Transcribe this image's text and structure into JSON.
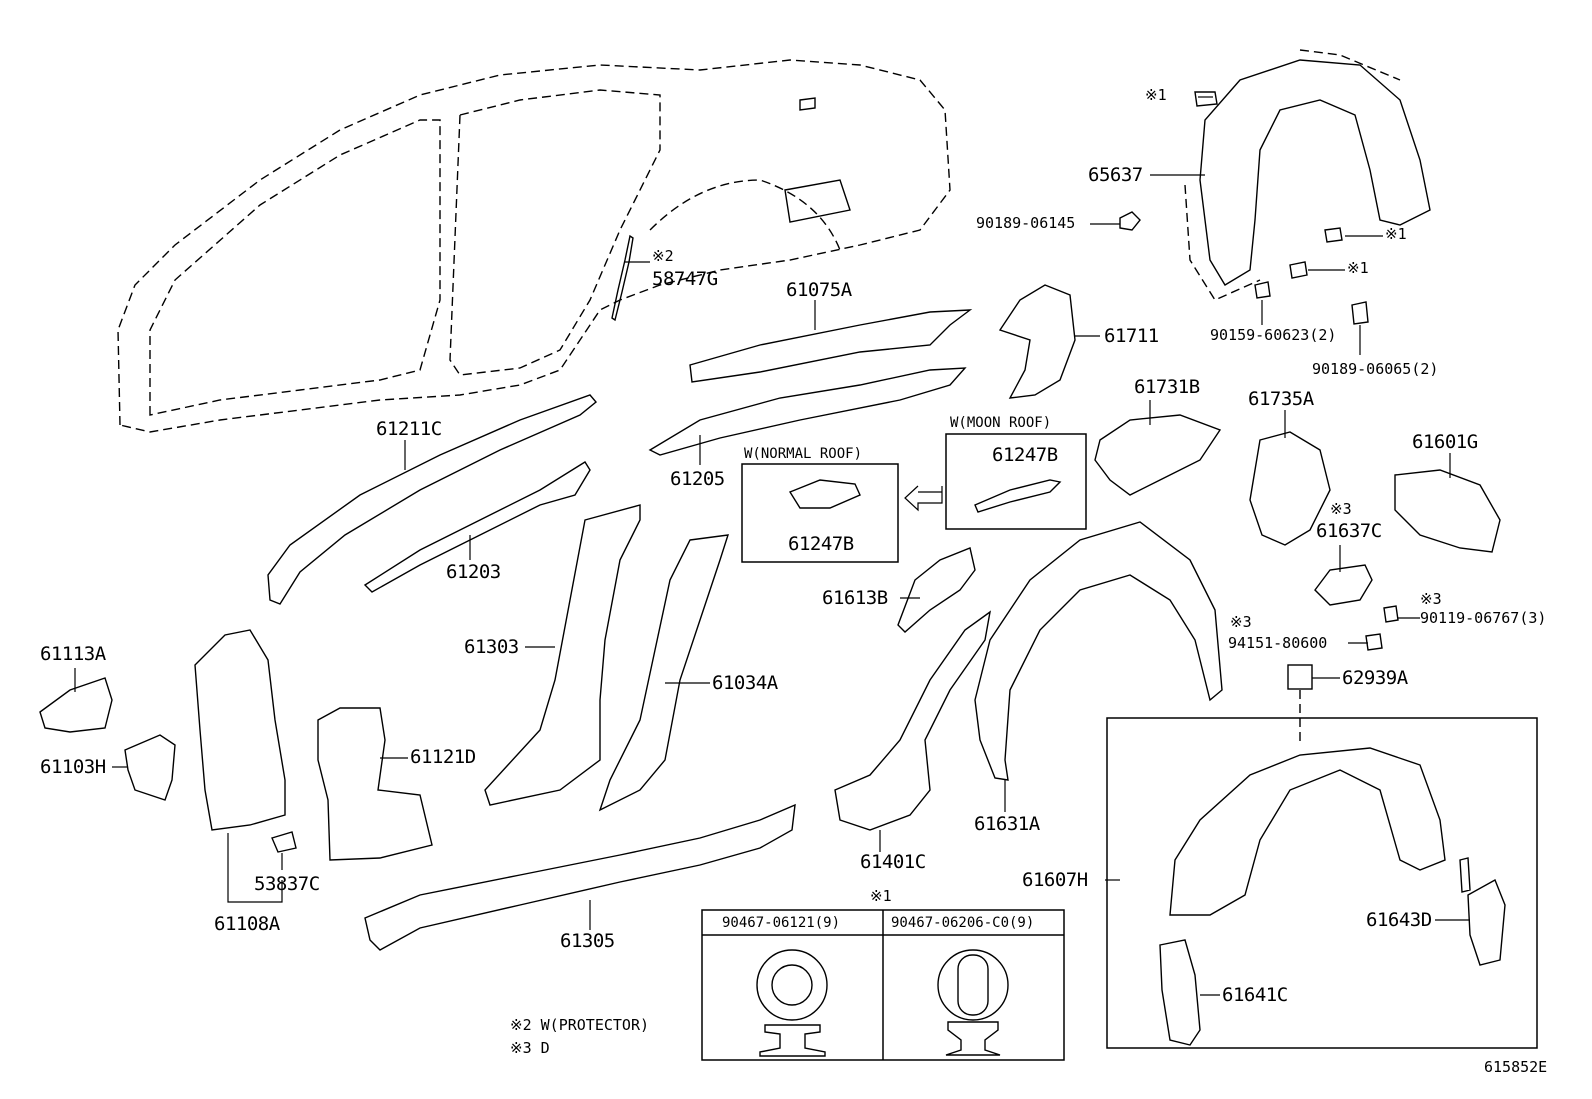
{
  "parts": {
    "p61211C": "61211C",
    "p61203": "61203",
    "p58747G": "58747G",
    "p61075A": "61075A",
    "p61205": "61205",
    "p61711": "61711",
    "p65637": "65637",
    "p90189_06145": "90189-06145",
    "p90159_60623": "90159-60623(2)",
    "p90189_06065": "90189-06065(2)",
    "p61731B": "61731B",
    "p61735A": "61735A",
    "p61601G": "61601G",
    "p61637C": "61637C",
    "p90119_06767": "90119-06767(3)",
    "p94151_80600": "94151-80600",
    "p62939A": "62939A",
    "p61247B_a": "61247B",
    "p61247B_b": "61247B",
    "p61613B": "61613B",
    "p61303": "61303",
    "p61034A": "61034A",
    "p61113A": "61113A",
    "p61103H": "61103H",
    "p61121D": "61121D",
    "p53837C": "53837C",
    "p61108A": "61108A",
    "p61305": "61305",
    "p61401C": "61401C",
    "p61631A": "61631A",
    "p61607H": "61607H",
    "p61643D": "61643D",
    "p61641C": "61641C"
  },
  "marks": {
    "m1a": "※1",
    "m1b": "※1",
    "m1c": "※1",
    "m1d": "※1",
    "m2": "※2",
    "m3a": "※3",
    "m3b": "※3",
    "m3c": "※3"
  },
  "variants": {
    "normal_roof": "W(NORMAL ROOF)",
    "moon_roof": "W(MOON ROOF)"
  },
  "clip_table": {
    "col1": "90467-06121(9)",
    "col2": "90467-06206-C0(9)"
  },
  "notes": {
    "note2": "※2 W(PROTECTOR)",
    "note3": "※3 D"
  },
  "figure_id": "615852E"
}
